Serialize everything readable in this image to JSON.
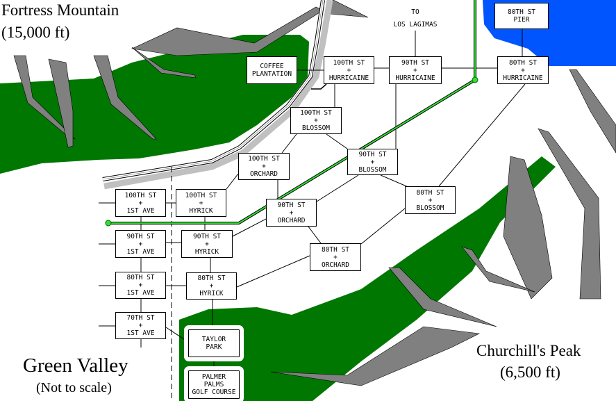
{
  "titles": {
    "fortress": "Fortress Mountain",
    "fortress_height": "(15,000 ft)",
    "churchill": "Churchill's Peak",
    "churchill_height": "(6,500 ft)",
    "valley": "Green Valley",
    "scale_note": "(Not to scale)"
  },
  "destination": {
    "line1": "TO",
    "line2": "LOS LAGIMAS"
  },
  "colors": {
    "forest": "#007700",
    "rock": "#808080",
    "water": "#0055ff",
    "rail": "#33dd33"
  },
  "locations": [
    {
      "id": "coffee-plantation",
      "lines": [
        "COFFEE",
        "PLANTATION"
      ]
    },
    {
      "id": "100th-hurricaine",
      "lines": [
        "100TH ST",
        "+",
        "HURRICAINE"
      ]
    },
    {
      "id": "90th-hurricaine",
      "lines": [
        "90TH ST",
        "+",
        "HURRICAINE"
      ]
    },
    {
      "id": "80th-hurricaine",
      "lines": [
        "80TH ST",
        "+",
        "HURRICAINE"
      ]
    },
    {
      "id": "80th-pier",
      "lines": [
        "80TH ST",
        "PIER"
      ]
    },
    {
      "id": "100th-blossom",
      "lines": [
        "100TH ST",
        "+",
        "BLOSSOM"
      ]
    },
    {
      "id": "90th-blossom",
      "lines": [
        "90TH ST",
        "+",
        "BLOSSOM"
      ]
    },
    {
      "id": "100th-orchard",
      "lines": [
        "100TH ST",
        "+",
        "ORCHARD"
      ]
    },
    {
      "id": "80th-blossom",
      "lines": [
        "80TH ST",
        "+",
        "BLOSSOM"
      ]
    },
    {
      "id": "90th-orchard",
      "lines": [
        "90TH ST",
        "+",
        "ORCHARD"
      ]
    },
    {
      "id": "80th-orchard",
      "lines": [
        "80TH ST",
        "+",
        "ORCHARD"
      ]
    },
    {
      "id": "100th-1st-ave",
      "lines": [
        "100TH ST",
        "+",
        "1ST AVE"
      ]
    },
    {
      "id": "100th-hyrick",
      "lines": [
        "100TH ST",
        "+",
        "HYRICK"
      ]
    },
    {
      "id": "90th-1st-ave",
      "lines": [
        "90TH ST",
        "+",
        "1ST AVE"
      ]
    },
    {
      "id": "90th-hyrick",
      "lines": [
        "90TH ST",
        "+",
        "HYRICK"
      ]
    },
    {
      "id": "80th-1st-ave",
      "lines": [
        "80TH ST",
        "+",
        "1ST AVE"
      ]
    },
    {
      "id": "80th-hyrick",
      "lines": [
        "80TH ST",
        "+",
        "HYRICK"
      ]
    },
    {
      "id": "70th-1st-ave",
      "lines": [
        "70TH ST",
        "+",
        "1ST AVE"
      ]
    },
    {
      "id": "taylor-park",
      "lines": [
        "TAYLOR",
        "PARK"
      ]
    },
    {
      "id": "palmer-palms",
      "lines": [
        "PALMER",
        "PALMS",
        "GOLF COURSE"
      ]
    }
  ]
}
